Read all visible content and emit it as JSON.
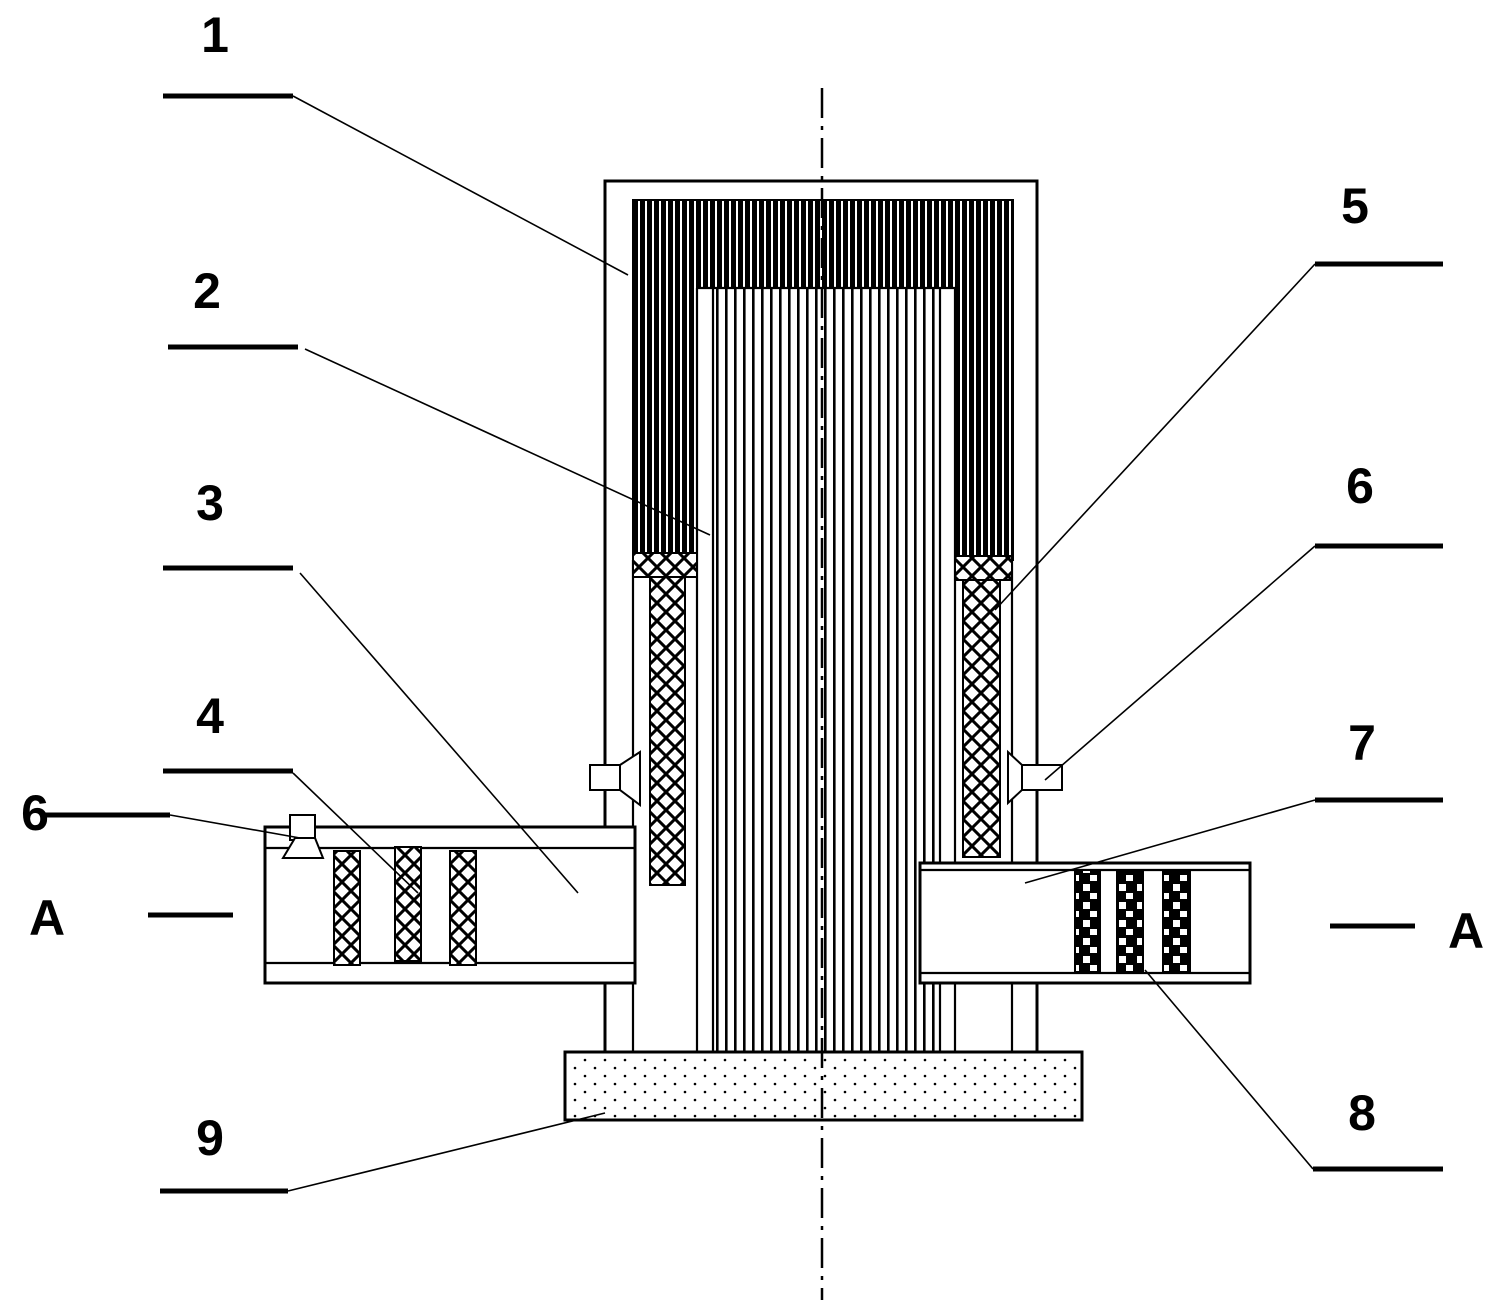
{
  "labels": {
    "part1": "1",
    "part2": "2",
    "part3": "3",
    "part4": "4",
    "part5": "5",
    "part6_left": "6",
    "part6_right": "6",
    "part7": "7",
    "part8": "8",
    "part9": "9",
    "section_left": "A",
    "section_right": "A"
  }
}
